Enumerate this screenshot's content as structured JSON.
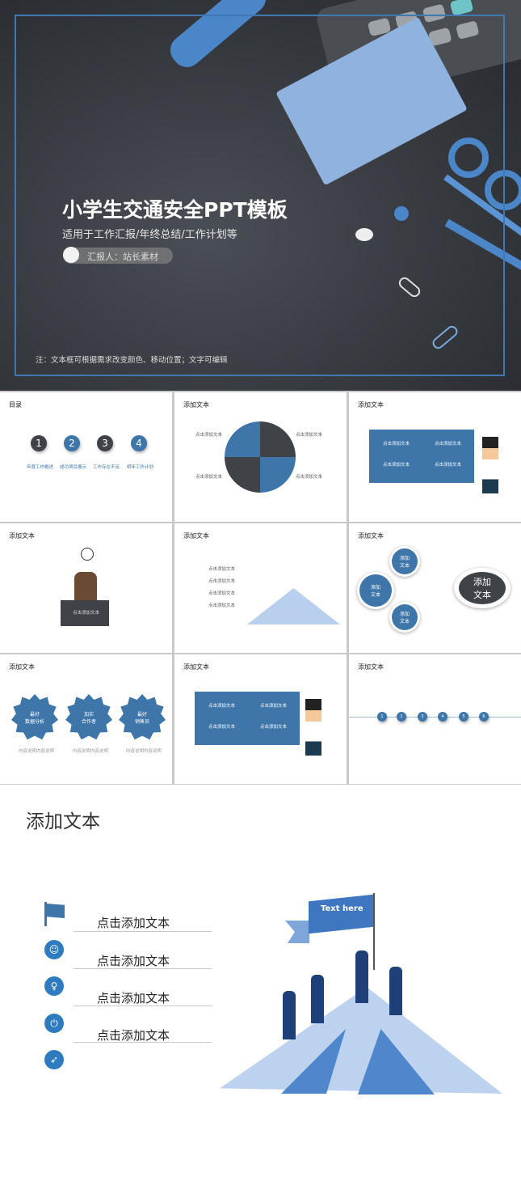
{
  "cover": {
    "title": "小学生交通安全PPT模板",
    "subtitle": "适用于工作汇报/年终总结/工作计划等",
    "reporter": "汇报人：站长素材",
    "note": "注：文本框可根据需求改变颜色、移动位置；文字可编辑"
  },
  "toc": {
    "title": "目录",
    "items": [
      {
        "num": "1",
        "label": "年度工作概述"
      },
      {
        "num": "2",
        "label": "成功项目展示"
      },
      {
        "num": "3",
        "label": "工作存在不足"
      },
      {
        "num": "4",
        "label": "明年工作计划"
      }
    ]
  },
  "slide_title": "添加文本",
  "placeholder": "点击添加文本",
  "add_text_short": [
    "添加",
    "文本"
  ],
  "stars": [
    {
      "l1": "最好",
      "l2": "数据分析"
    },
    {
      "l1": "加实",
      "l2": "合作者"
    },
    {
      "l1": "最好",
      "l2": "销售员"
    }
  ],
  "star_desc": "内容说明内容说明",
  "flag_text": "Text here",
  "timeline_nums": [
    "1",
    "2",
    "3",
    "4",
    "5",
    "6"
  ],
  "colors": {
    "accent": "#3e76aa",
    "dark": "#3f4247",
    "frame": "#3f78b3"
  }
}
